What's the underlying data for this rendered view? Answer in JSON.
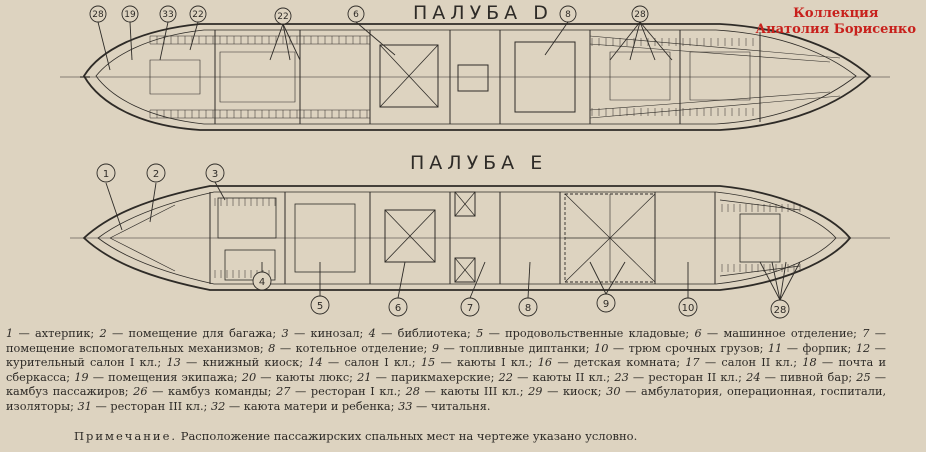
{
  "deck_d": {
    "title": "ПАЛУБА D",
    "callouts": [
      "28",
      "19",
      "33",
      "22",
      "22",
      "6",
      "8",
      "28"
    ]
  },
  "deck_e": {
    "title": "ПАЛУБА E",
    "callouts": [
      "1",
      "2",
      "3",
      "4",
      "5",
      "6",
      "7",
      "8",
      "9",
      "10",
      "28"
    ]
  },
  "watermark": {
    "line1": "Коллекция",
    "line2": "Анатолия Борисенко"
  },
  "legend": {
    "items": [
      {
        "num": "1",
        "text": "ахтерпик;"
      },
      {
        "num": "2",
        "text": "помещение для багажа;"
      },
      {
        "num": "3",
        "text": "кинозал;"
      },
      {
        "num": "4",
        "text": "библиотека;"
      },
      {
        "num": "5",
        "text": "продовольственные кладовые;"
      },
      {
        "num": "6",
        "text": "машинное отделение;"
      },
      {
        "num": "7",
        "text": "помещение вспомогательных механизмов;"
      },
      {
        "num": "8",
        "text": "котельное отделение;"
      },
      {
        "num": "9",
        "text": "топливные диптанки;"
      },
      {
        "num": "10",
        "text": "трюм срочных грузов;"
      },
      {
        "num": "11",
        "text": "форпик;"
      },
      {
        "num": "12",
        "text": "курительный салон I кл.;"
      },
      {
        "num": "13",
        "text": "книжный киоск;"
      },
      {
        "num": "14",
        "text": "салон I кл.;"
      },
      {
        "num": "15",
        "text": "каюты I кл.;"
      },
      {
        "num": "16",
        "text": "детская комната;"
      },
      {
        "num": "17",
        "text": "салон II кл.;"
      },
      {
        "num": "18",
        "text": "почта и сберкасса;"
      },
      {
        "num": "19",
        "text": "помещения экипажа;"
      },
      {
        "num": "20",
        "text": "каюты люкс;"
      },
      {
        "num": "21",
        "text": "парикмахерские;"
      },
      {
        "num": "22",
        "text": "каюты II кл.;"
      },
      {
        "num": "23",
        "text": "ресторан II кл.;"
      },
      {
        "num": "24",
        "text": "пивной бар;"
      },
      {
        "num": "25",
        "text": "камбуз пассажиров;"
      },
      {
        "num": "26",
        "text": "камбуз команды;"
      },
      {
        "num": "27",
        "text": "ресторан I кл.;"
      },
      {
        "num": "28",
        "text": "каюты III кл.;"
      },
      {
        "num": "29",
        "text": "киоск;"
      },
      {
        "num": "30",
        "text": "амбулатория, операционная, госпитали, изоляторы;"
      },
      {
        "num": "31",
        "text": "ресторан III кл.;"
      },
      {
        "num": "32",
        "text": "каюта матери и ребенка;"
      },
      {
        "num": "33",
        "text": "читальня."
      }
    ],
    "dash": " — "
  },
  "note": {
    "label": "Примечание.",
    "text": " Расположение пассажирских спальных мест на чертеже указано условно."
  },
  "colors": {
    "paper": "#ddd3c0",
    "ink": "#2e2b27",
    "watermark": "#c8201c"
  }
}
